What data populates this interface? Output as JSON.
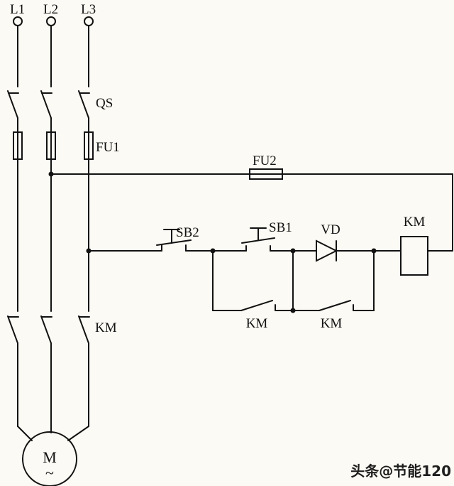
{
  "title": "motor-control-circuit-diagram",
  "colors": {
    "background": "#fcfaf4",
    "line": "#121212",
    "text": "#111111"
  },
  "phases": [
    {
      "label": "L1"
    },
    {
      "label": "L2"
    },
    {
      "label": "L3"
    }
  ],
  "components": {
    "disconnect_switch": {
      "label": "QS"
    },
    "main_fuse": {
      "label": "FU1"
    },
    "control_fuse": {
      "label": "FU2"
    },
    "stop_button": {
      "label": "SB2"
    },
    "start_button": {
      "label": "SB1"
    },
    "diode": {
      "label": "VD"
    },
    "contactor_coil": {
      "label": "KM"
    },
    "aux_contact_1": {
      "label": "KM"
    },
    "aux_contact_2": {
      "label": "KM"
    },
    "main_contacts": {
      "label": "KM"
    },
    "motor": {
      "label": "M",
      "wave": "~"
    }
  },
  "watermark": "头条@节能120"
}
